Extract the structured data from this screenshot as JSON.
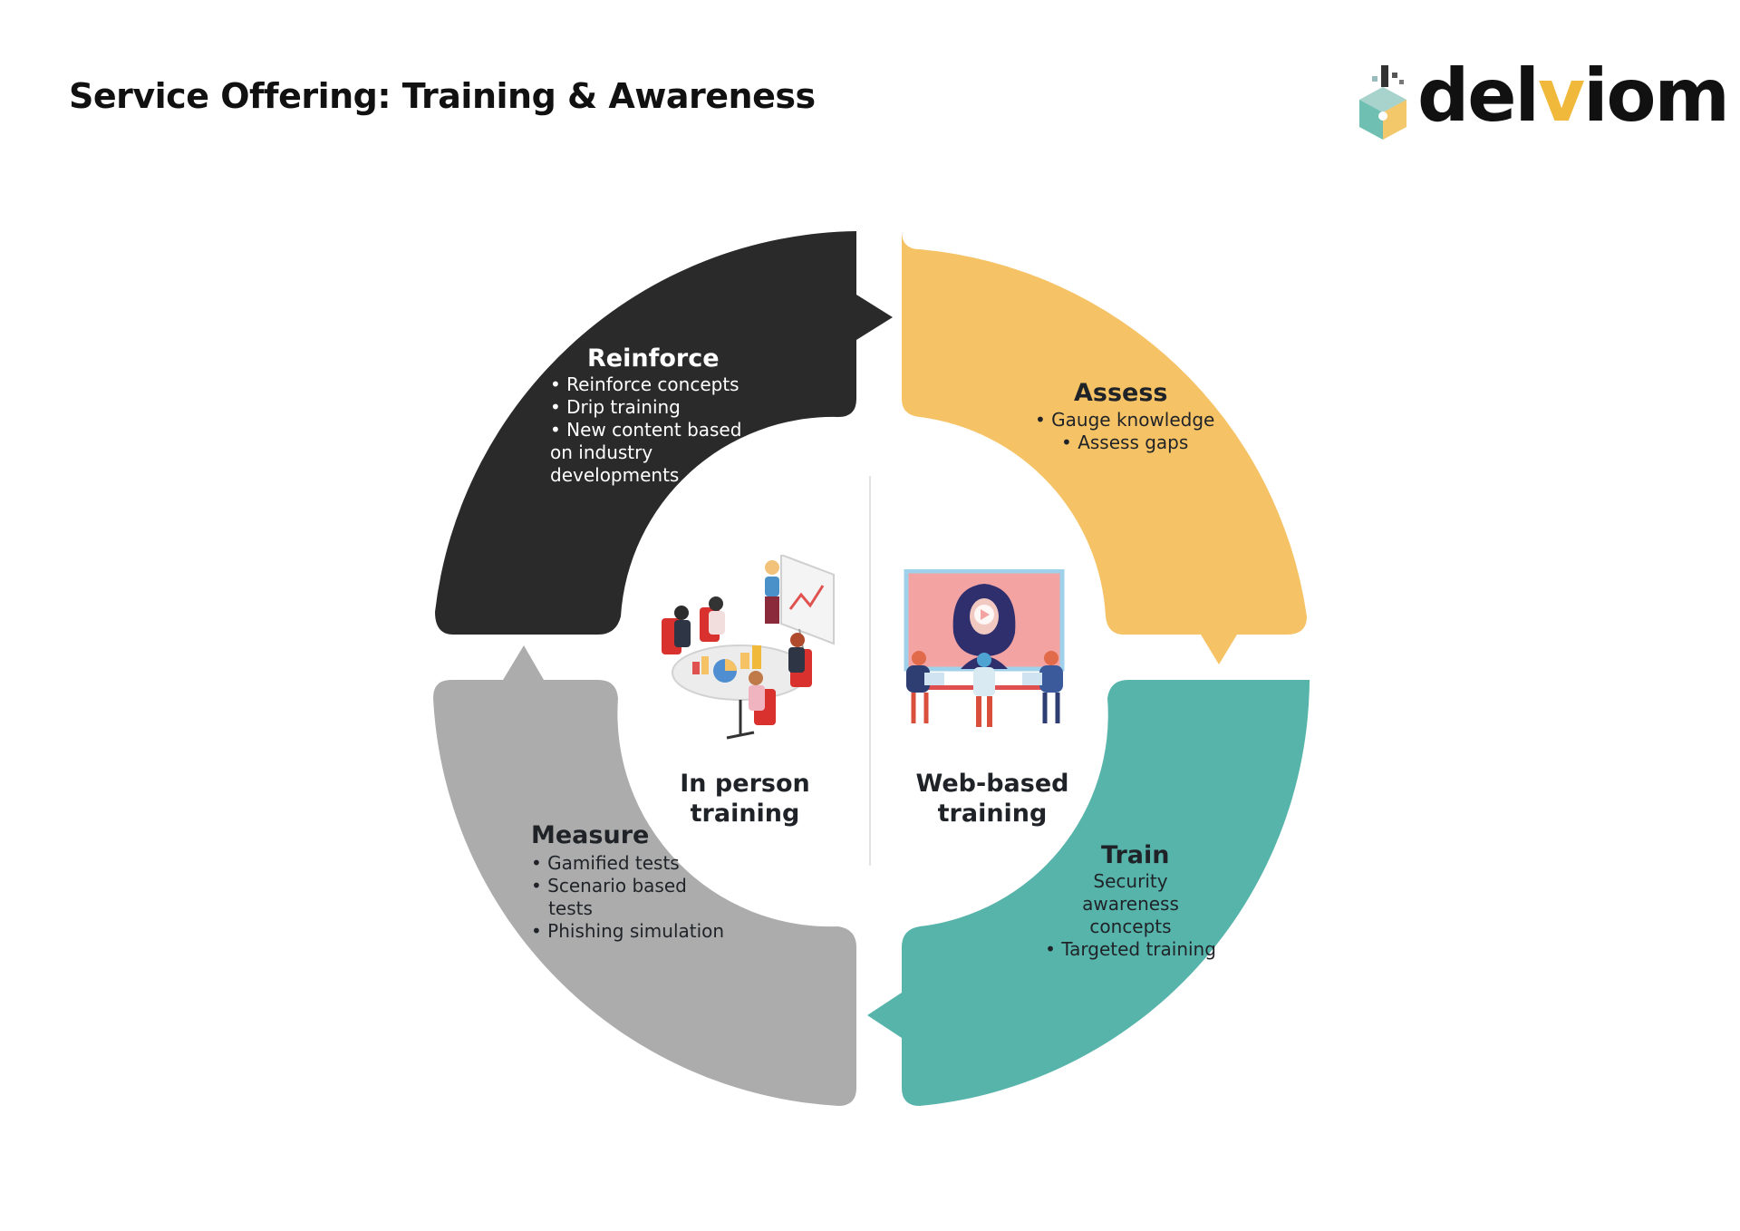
{
  "header": {
    "title": "Service Offering: Training & Awareness",
    "logo": {
      "text_start": "del",
      "text_accent": "v",
      "text_end": "iom",
      "icon": "cube-logo-icon"
    }
  },
  "colors": {
    "reinforce": "#2a2a2b",
    "assess": "#f5c265",
    "train": "#57b4aa",
    "measure": "#acacac",
    "logo_accent": "#f0b93c"
  },
  "segments": {
    "reinforce": {
      "title": "Reinforce",
      "items": [
        "• Reinforce concepts",
        "• Drip training",
        "• New content based",
        "on industry",
        "developments"
      ]
    },
    "assess": {
      "title": "Assess",
      "items": [
        "• Gauge knowledge",
        "• Assess gaps"
      ]
    },
    "train": {
      "title": "Train",
      "items": [
        "Security awareness",
        "concepts",
        "• Targeted training"
      ]
    },
    "measure": {
      "title": "Measure",
      "items": [
        "• Gamified tests",
        "• Scenario based",
        "   tests",
        "• Phishing simulation"
      ]
    }
  },
  "center": {
    "left_label_line1": "In person",
    "left_label_line2": "training",
    "right_label_line1": "Web-based",
    "right_label_line2": "training",
    "left_icon": "meeting-illustration-icon",
    "right_icon": "video-training-illustration-icon"
  }
}
